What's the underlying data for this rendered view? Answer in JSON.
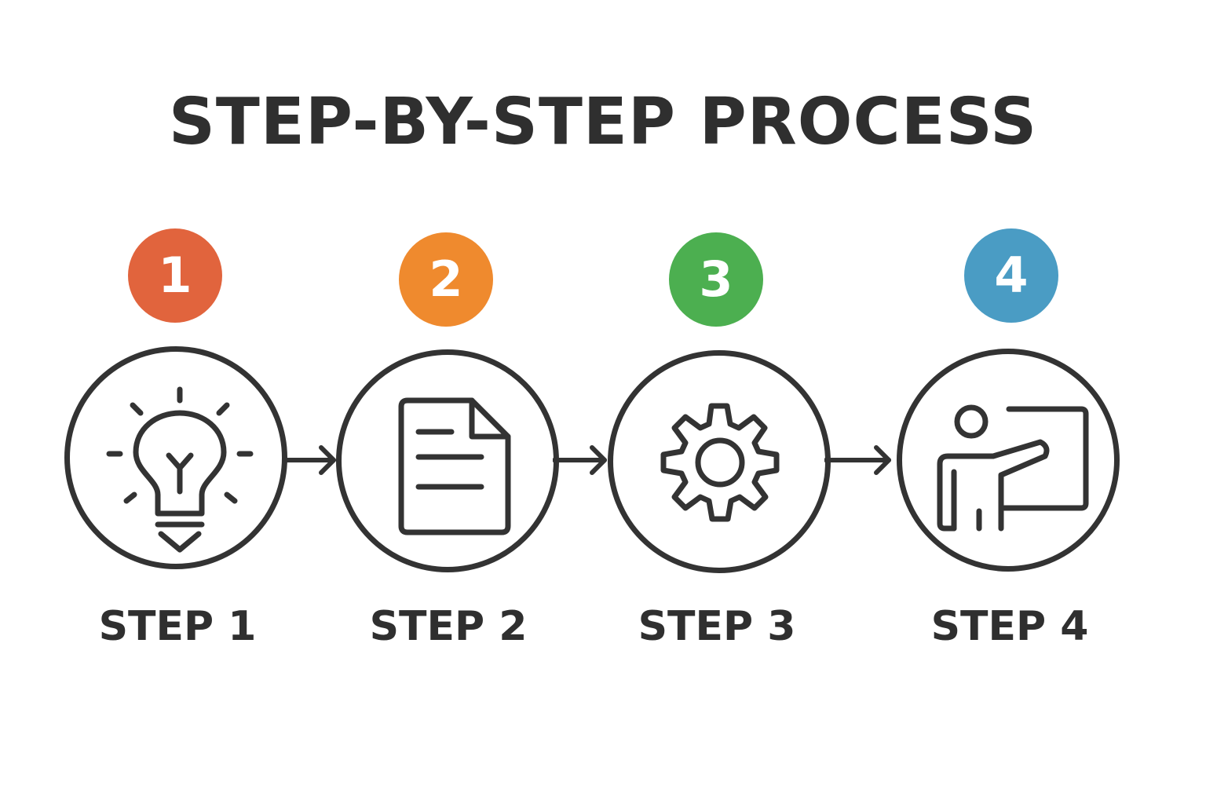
{
  "title": "STEP-BY-STEP PROCESS",
  "steps": [
    {
      "number": "1",
      "label": "STEP 1",
      "badge_color": "#e1643d",
      "icon": "lightbulb-icon"
    },
    {
      "number": "2",
      "label": "STEP 2",
      "badge_color": "#ef8a2e",
      "icon": "document-icon"
    },
    {
      "number": "3",
      "label": "STEP 3",
      "badge_color": "#4caf50",
      "icon": "gear-icon"
    },
    {
      "number": "4",
      "label": "STEP 4",
      "badge_color": "#4a9cc4",
      "icon": "presentation-icon"
    }
  ],
  "colors": {
    "outline": "#333333",
    "text": "#2f2f2f",
    "background": "#ffffff"
  }
}
